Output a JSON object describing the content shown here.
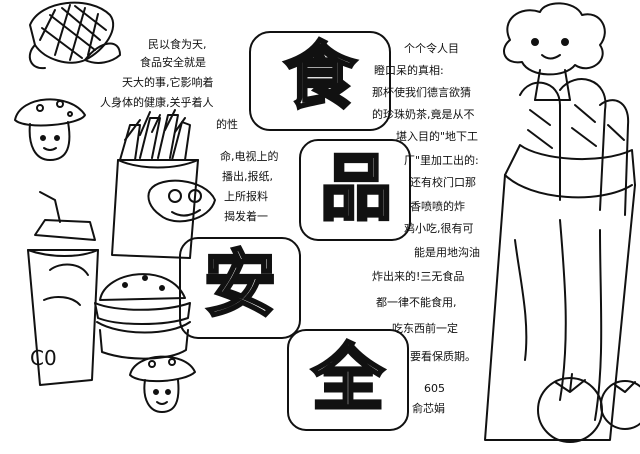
{
  "title": {
    "chars": [
      "食",
      "品",
      "安",
      "全"
    ]
  },
  "left_text": [
    "民以食为天,",
    "食品安全就是",
    "天大的事,它影响着",
    "人身体的健康,关乎着人",
    "的性",
    "命,电视上的",
    "播出,报纸,",
    "上所报料",
    "揭发着一"
  ],
  "right_text": [
    "个个令人目",
    "瞪口呆的真相:",
    "那杯使我们德言欲猜",
    "的珍珠奶茶,竟是从不",
    "堪入目的\"地下工",
    "厂\"里加工出的:",
    "还有校门口那",
    "香喷喷的炸",
    "鸡小吃,很有可",
    "能是用地沟油",
    "炸出来的!三无食品",
    "都一律不能食用,",
    "吃东西前一定",
    "要看保质期。"
  ],
  "signature": {
    "class": "605",
    "name": "俞芯娟"
  }
}
